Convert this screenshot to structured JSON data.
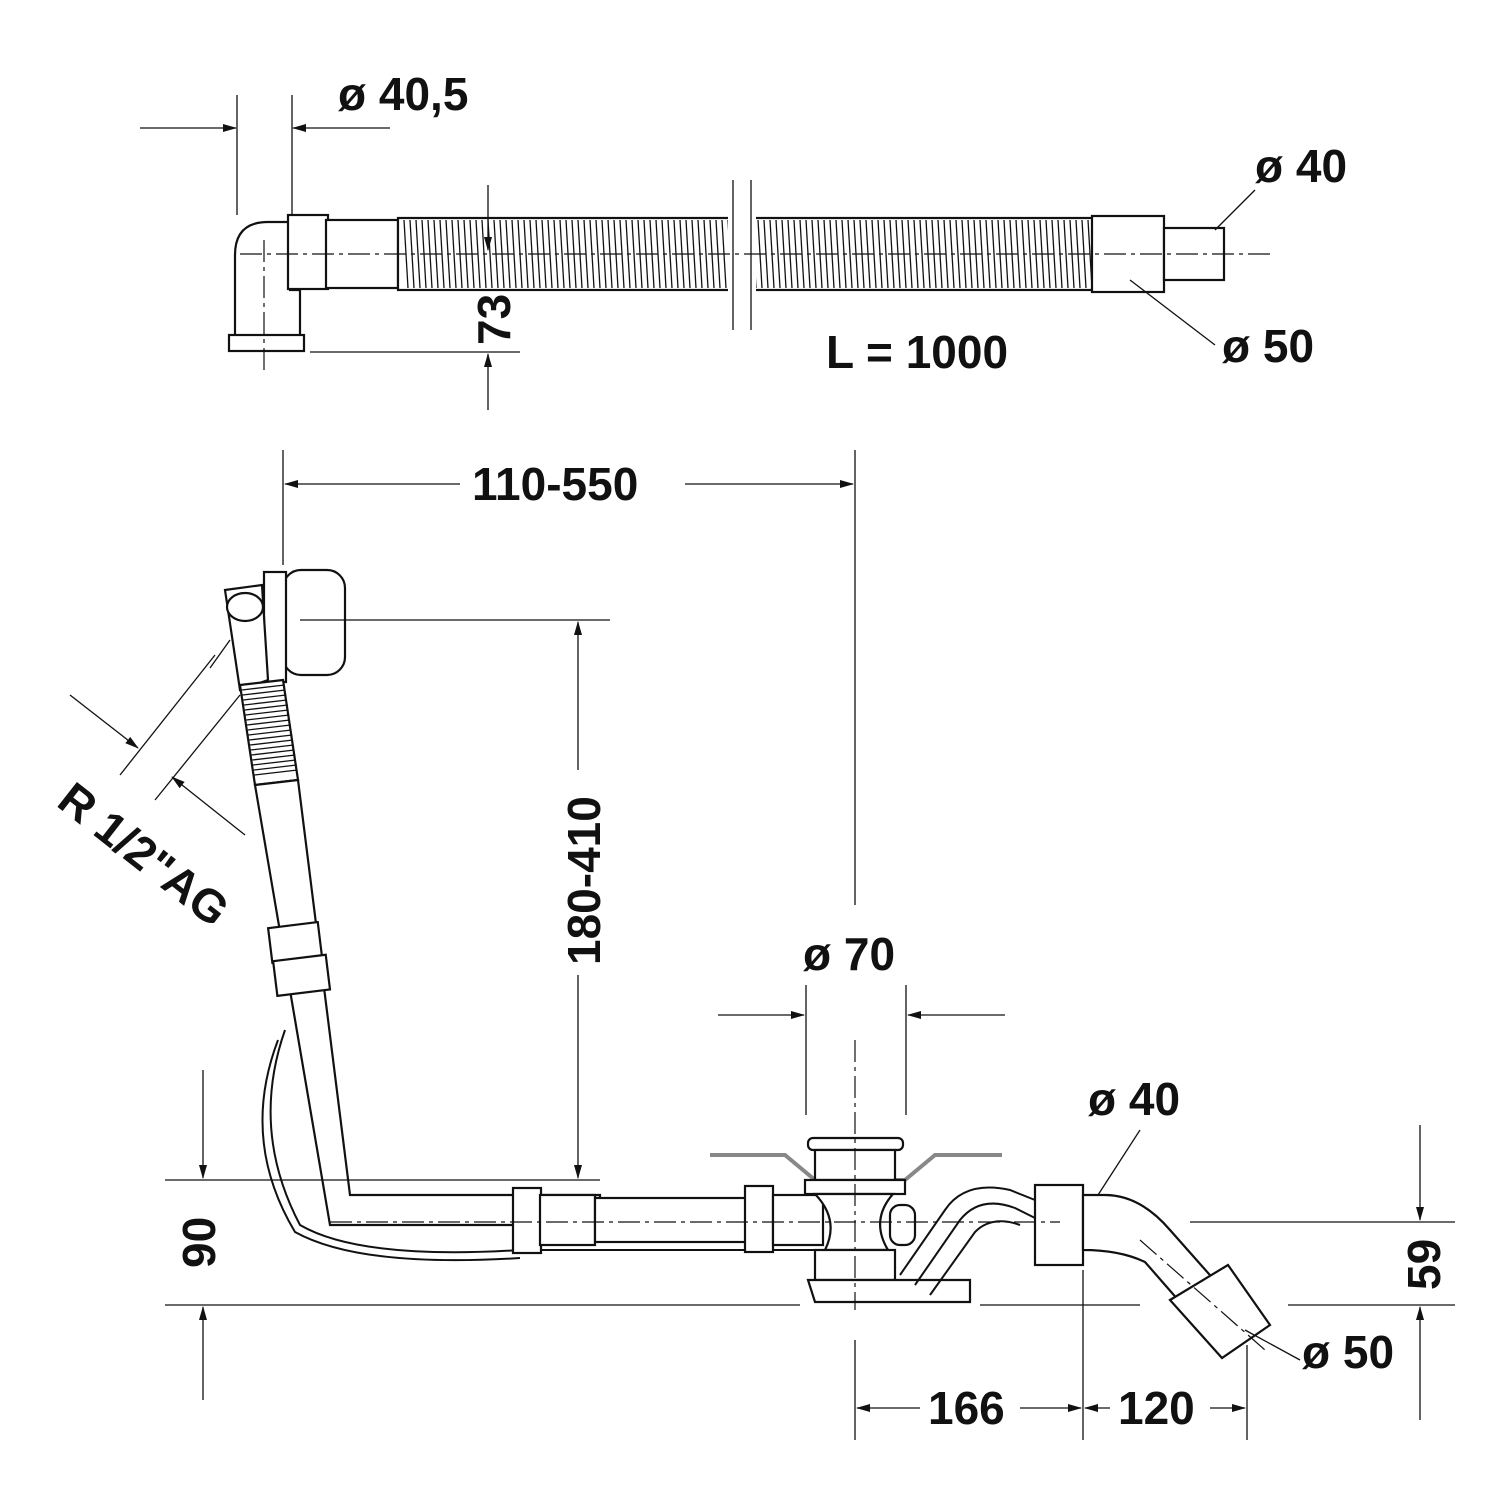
{
  "top_view": {
    "dia_inlet": "ø 40,5",
    "dia_outlet_small": "ø 40",
    "dia_outlet_large": "ø 50",
    "height": "73",
    "length": "L = 1000"
  },
  "main_view": {
    "horizontal_range": "110-550",
    "vertical_range": "180-410",
    "thread": "R 1/2\"AG",
    "dia_waste": "ø 70",
    "height_base": "90",
    "dia_outlet_small": "ø 40",
    "height_outlet": "59",
    "dia_outlet_large": "ø 50",
    "dist_waste_outlet": "166",
    "dist_outlet_end": "120"
  },
  "colors": {
    "line": "#111111",
    "tub": "#888888"
  }
}
